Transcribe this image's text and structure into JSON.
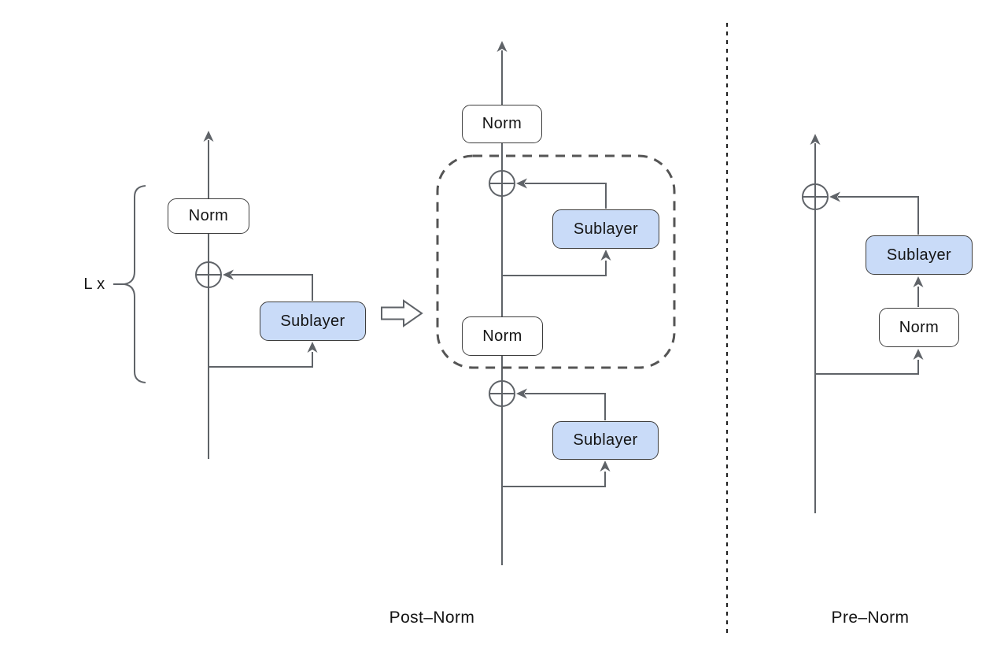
{
  "colors": {
    "sublayer_fill": "#c9dbf8",
    "box_border": "#3d3d3d",
    "wire": "#5f6368",
    "dashed_box": "#555555",
    "divider": "#1f1f1f",
    "text": "#141414"
  },
  "left_block": {
    "loop_label": "L x",
    "norm_label": "Norm",
    "sublayer_label": "Sublayer"
  },
  "post_norm": {
    "caption": "Post–Norm",
    "top_norm_label": "Norm",
    "upper_sublayer_label": "Sublayer",
    "mid_norm_label": "Norm",
    "lower_sublayer_label": "Sublayer"
  },
  "pre_norm": {
    "caption": "Pre–Norm",
    "sublayer_label": "Sublayer",
    "norm_label": "Norm"
  }
}
